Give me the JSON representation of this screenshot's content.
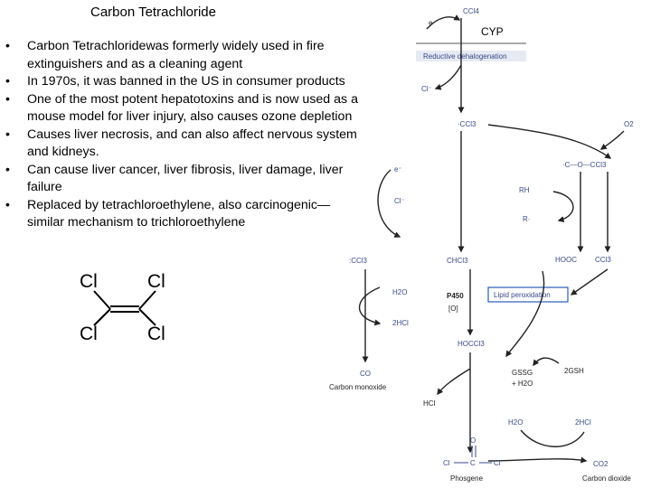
{
  "title": "Carbon Tetrachloride",
  "bullets": [
    "Carbon Tetrachloridewas formerly widely used in fire extinguishers and as a cleaning agent",
    "In 1970s, it was banned in the US in consumer products",
    "One of the most potent hepatotoxins and is now used as a mouse model for liver injury, also causes ozone depletion",
    "Causes liver necrosis, and can also affect nervous system and kidneys.",
    "Can cause liver cancer, liver fibrosis, liver damage, liver failure",
    "Replaced by tetrachloroethylene, also carcinogenic—similar mechanism to trichloroethylene"
  ],
  "structure": {
    "atoms": [
      "Cl",
      "Cl",
      "Cl",
      "Cl"
    ]
  },
  "pathway": {
    "ccl4": "CCl4",
    "cyp": "CYP",
    "e_top": "e",
    "reductive": "Reductive dehalogenation",
    "cl_minus_1": "Cl⁻",
    "radical": "·CCl3",
    "o2": "O2",
    "peroxyl": "·C—O—CCl3",
    "e_minus": "e⁻",
    "cl_minus_2": "Cl⁻",
    "rh": "RH",
    "r_dot": "R·",
    "ccl3_left": ":CCl3",
    "chcl3": "CHCl3",
    "hooc": "HOOC",
    "ccl3_right": "CCl3",
    "h2o_left": "H2O",
    "p450": "P450",
    "o_bracket": "[O]",
    "lipid": "Lipid peroxidation",
    "two_hcl_left": "2HCl",
    "hoccl3": "HOCCl3",
    "co": "CO",
    "carbon_monoxide": "Carbon monoxide",
    "gssg": "GSSG",
    "plus_h2o": "+ H2O",
    "two_gsh": "2GSH",
    "hcl": "HCl",
    "h2o_right": "H2O",
    "two_hcl_right": "2HCl",
    "phos_o": "O",
    "phos_cl_left": "Cl",
    "phos_c": "C",
    "phos_cl_right": "Cl",
    "phosgene": "Phosgene",
    "co2": "CO2",
    "carbon_dioxide": "Carbon dioxide"
  },
  "colors": {
    "label_blue": "#3a4a8a",
    "lipid_box": "#2b5fb8",
    "reductive_bg": "#e6eaf2"
  }
}
